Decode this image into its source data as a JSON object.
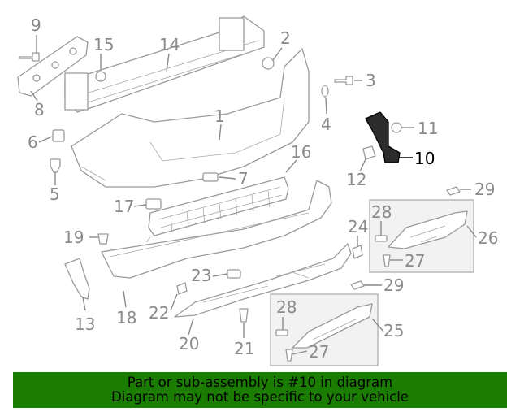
{
  "diagram": {
    "highlight_color": "#000000",
    "muted_color": "#8a8a8a",
    "labels": {
      "l1": "1",
      "l2": "2",
      "l3": "3",
      "l4": "4",
      "l5": "5",
      "l6": "6",
      "l7": "7",
      "l8": "8",
      "l9": "9",
      "l10": "10",
      "l11": "11",
      "l12": "12",
      "l13": "13",
      "l14": "14",
      "l15": "15",
      "l16": "16",
      "l17": "17",
      "l18": "18",
      "l19": "19",
      "l20": "20",
      "l21": "21",
      "l22": "22",
      "l23": "23",
      "l24": "24",
      "l25": "25",
      "l26": "26",
      "l27a": "27",
      "l27b": "27",
      "l28a": "28",
      "l28b": "28",
      "l29a": "29",
      "l29b": "29"
    },
    "highlighted_part": "10"
  },
  "banner": {
    "line1": "Part or sub-assembly is #10 in diagram",
    "line2": "Diagram may not be specific to your vehicle",
    "background": "#1a7c00"
  }
}
